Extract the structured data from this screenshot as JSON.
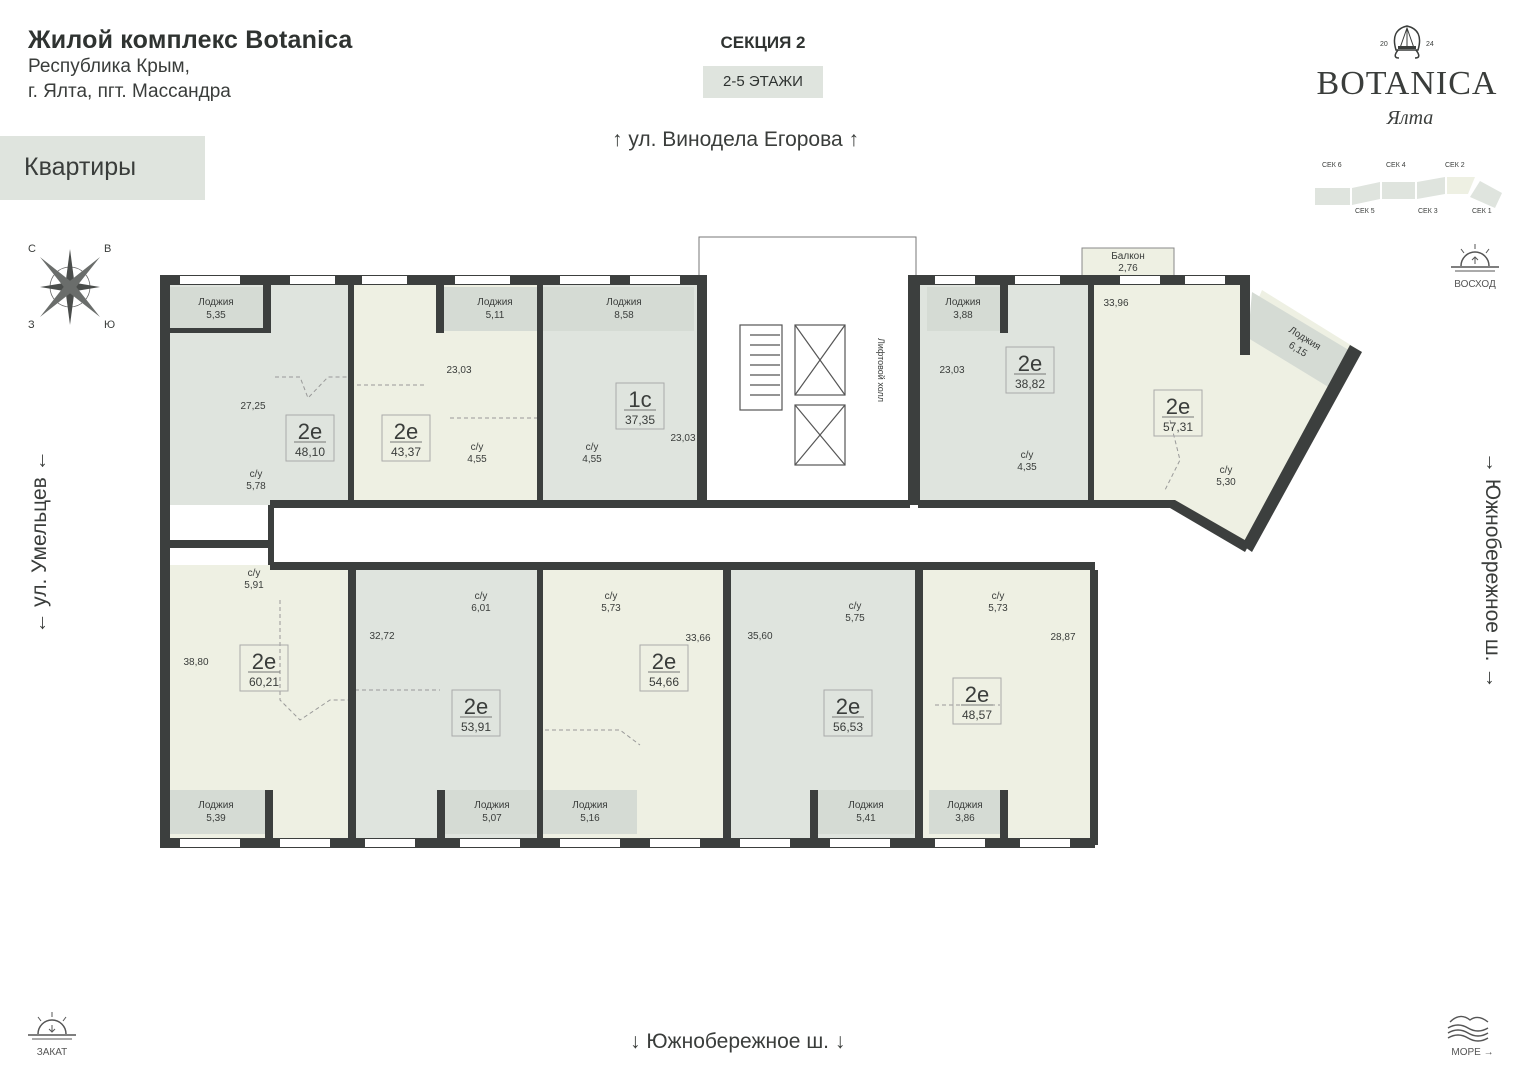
{
  "header": {
    "title": "Жилой комплекс Botanica",
    "address_line1": "Республика Крым,",
    "address_line2": "г. Ялта, пгт. Массандра",
    "section": "СЕКЦИЯ 2",
    "floors": "2-5 ЭТАЖИ",
    "apartments_tab": "Квартиры"
  },
  "logo": {
    "brand": "BOTANICA",
    "script": "Ялта",
    "year_left": "20",
    "year_right": "24"
  },
  "section_map": {
    "labels_top": [
      "СЕК 6",
      "СЕК 4",
      "СЕК 2"
    ],
    "labels_bottom": [
      "СЕК 5",
      "СЕК 3",
      "СЕК 1"
    ],
    "active": "СЕК 2"
  },
  "compass": {
    "n": "С",
    "e": "В",
    "s": "Ю",
    "w": "З"
  },
  "streets": {
    "top": "ул. Винодела Егорова",
    "left": "ул. Умельцев",
    "right": "Южнобережное ш.",
    "bottom": "Южнобережное ш."
  },
  "markers": {
    "sunrise": "ВОСХОД",
    "sunset": "ЗАКАТ",
    "sea": "МОРЕ →"
  },
  "colors": {
    "wall": "#3c3f3e",
    "unit_green": "#dfe4de",
    "unit_cream": "#eef0e3",
    "loggia": "#d5dbd4"
  },
  "core": {
    "lift_hall": "Лифтовой холл"
  },
  "units": [
    {
      "type": "2е",
      "area": "48,10",
      "living": "27,25",
      "bath_label": "с/у",
      "bath": "5,78",
      "outdoor_label": "Лоджия",
      "outdoor": "5,35"
    },
    {
      "type": "2е",
      "area": "43,37",
      "living": "23,03",
      "bath_label": "с/у",
      "bath": "4,55",
      "outdoor_label": "Лоджия",
      "outdoor": "5,11"
    },
    {
      "type": "1с",
      "area": "37,35",
      "living": "23,03",
      "bath_label": "с/у",
      "bath": "4,55",
      "outdoor_label": "Лоджия",
      "outdoor": "8,58"
    },
    {
      "type": "2е",
      "area": "38,82",
      "living": "23,03",
      "bath_label": "с/у",
      "bath": "4,35",
      "outdoor_label": "Лоджия",
      "outdoor": "3,88"
    },
    {
      "type": "2е",
      "area": "57,31",
      "living": "33,96",
      "bath_label": "с/у",
      "bath": "5,30",
      "outdoor_label": "Лоджия",
      "outdoor": "6,15",
      "balcony_label": "Балкон",
      "balcony": "2,76"
    },
    {
      "type": "2е",
      "area": "60,21",
      "living": "38,80",
      "bath_label": "с/у",
      "bath": "5,91",
      "outdoor_label": "Лоджия",
      "outdoor": "5,39"
    },
    {
      "type": "2е",
      "area": "53,91",
      "living": "32,72",
      "bath_label": "с/у",
      "bath": "6,01",
      "outdoor_label": "Лоджия",
      "outdoor": "5,07"
    },
    {
      "type": "2е",
      "area": "54,66",
      "living": "33,66",
      "bath_label": "с/у",
      "bath": "5,73",
      "outdoor_label": "Лоджия",
      "outdoor": "5,16"
    },
    {
      "type": "2е",
      "area": "56,53",
      "living": "35,60",
      "bath_label": "с/у",
      "bath": "5,75",
      "outdoor_label": "Лоджия",
      "outdoor": "5,41"
    },
    {
      "type": "2е",
      "area": "48,57",
      "living": "28,87",
      "bath_label": "с/у",
      "bath": "5,73",
      "outdoor_label": "Лоджия",
      "outdoor": "3,86"
    }
  ]
}
